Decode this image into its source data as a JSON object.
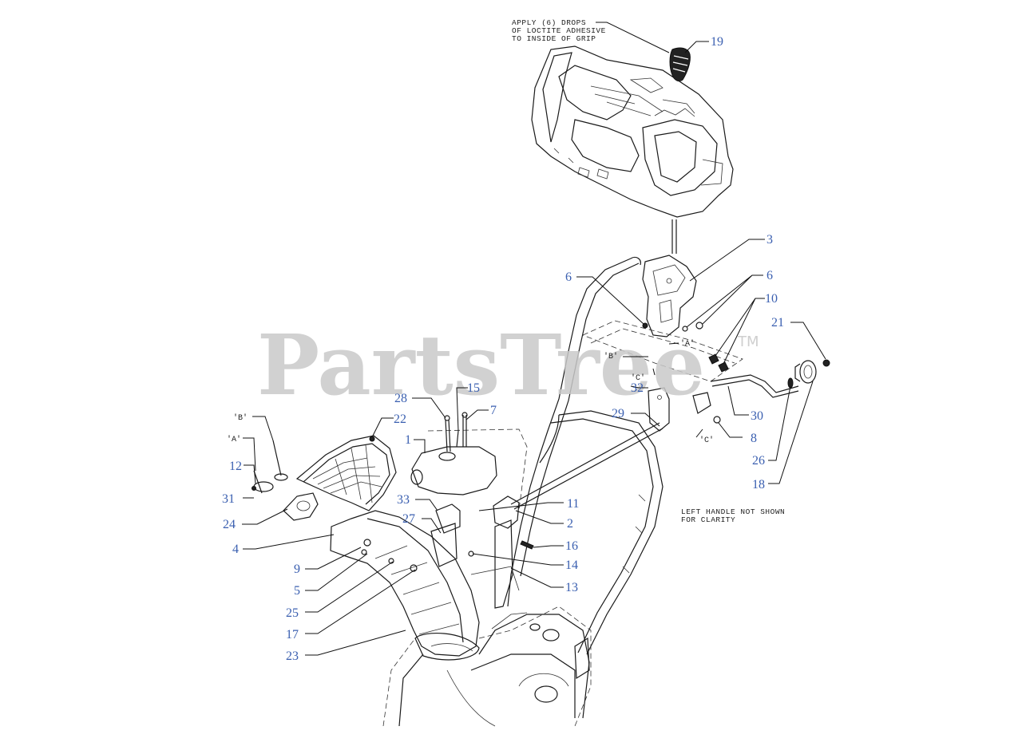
{
  "watermark": {
    "brand": "PartsTree",
    "trademark": "TM"
  },
  "notes": {
    "adhesive_line1": "APPLY (6) DROPS",
    "adhesive_line2": "OF LOCTITE ADHESIVE",
    "adhesive_line3": "TO INSIDE OF GRIP",
    "clarity_line1": "LEFT HANDLE NOT SHOWN",
    "clarity_line2": "FOR CLARITY"
  },
  "references": {
    "a": "'A'",
    "b": "'B'",
    "c": "'C'"
  },
  "callouts": [
    {
      "label": "19"
    },
    {
      "label": "3"
    },
    {
      "label": "6"
    },
    {
      "label": "6"
    },
    {
      "label": "10"
    },
    {
      "label": "21"
    },
    {
      "label": "30"
    },
    {
      "label": "32"
    },
    {
      "label": "29"
    },
    {
      "label": "8"
    },
    {
      "label": "26"
    },
    {
      "label": "18"
    },
    {
      "label": "28"
    },
    {
      "label": "15"
    },
    {
      "label": "7"
    },
    {
      "label": "22"
    },
    {
      "label": "1"
    },
    {
      "label": "12"
    },
    {
      "label": "31"
    },
    {
      "label": "24"
    },
    {
      "label": "4"
    },
    {
      "label": "9"
    },
    {
      "label": "5"
    },
    {
      "label": "25"
    },
    {
      "label": "17"
    },
    {
      "label": "23"
    },
    {
      "label": "33"
    },
    {
      "label": "11"
    },
    {
      "label": "27"
    },
    {
      "label": "2"
    },
    {
      "label": "16"
    },
    {
      "label": "14"
    },
    {
      "label": "13"
    }
  ],
  "colors": {
    "callout": "#3a5fb0",
    "line": "#1a1a1a",
    "watermark": "#c9c9c9"
  }
}
